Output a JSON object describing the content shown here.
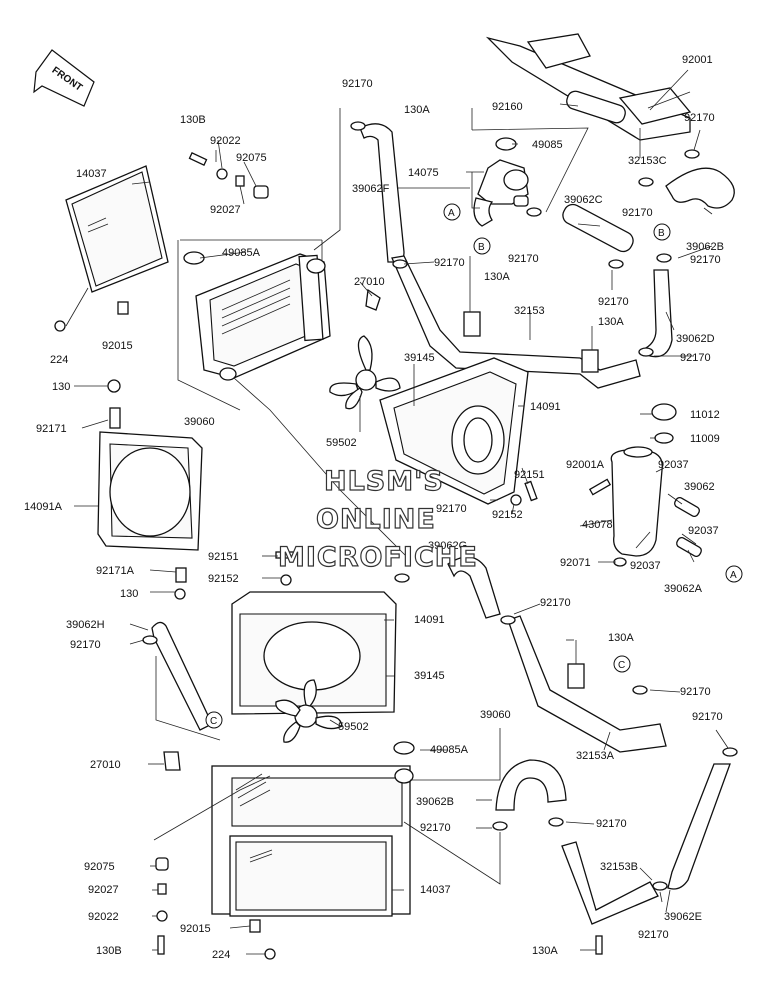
{
  "front_arrow": {
    "text": "FRONT"
  },
  "labels": {
    "l92001": "92001",
    "l92170a": "92170",
    "l92170b": "92170",
    "l92160": "92160",
    "l130A_a": "130A",
    "l49085": "49085",
    "l14075": "14075",
    "l39062F": "39062F",
    "l32153C": "32153C",
    "l130B_top": "130B",
    "l92022_top": "92022",
    "l92075_top": "92075",
    "l92027_top": "92027",
    "l14037_top": "14037",
    "l49085A_top": "49085A",
    "l39062C": "39062C",
    "l92170c": "92170",
    "l92170d": "92170",
    "l39062B_top": "39062B",
    "l92170e": "92170",
    "l92170f": "92170",
    "l27010_top": "27010",
    "l130A_b": "130A",
    "l32153": "32153",
    "l92170g": "92170",
    "l130A_c": "130A",
    "l39062D": "39062D",
    "l92170h": "92170",
    "l224_top": "224",
    "l92015_top": "92015",
    "l130_top": "130",
    "l39145_top": "39145",
    "l14091_top": "14091",
    "l11012": "11012",
    "l11009": "11009",
    "l92171": "92171",
    "l39060_top": "39060",
    "l59502_top": "59502",
    "l92151_a": "92151",
    "l92001A": "92001A",
    "l92037_a": "92037",
    "l39062": "39062",
    "l14091A": "14091A",
    "l43078": "43078",
    "l92152_a": "92152",
    "l92170i": "92170",
    "l92037_b": "92037",
    "l39062G": "39062G",
    "l92071": "92071",
    "l92037_c": "92037",
    "l39062A": "39062A",
    "l92151_b": "92151",
    "l92152_b": "92152",
    "l92171A": "92171A",
    "l130_bot": "130",
    "l92170j": "92170",
    "l14091_bot": "14091",
    "l39062H": "39062H",
    "l92170k": "92170",
    "l130A_d": "130A",
    "l39145_bot": "39145",
    "l92170l": "92170",
    "l32153A": "32153A",
    "l59502_bot": "59502",
    "l92170m": "92170",
    "l39060_bot": "39060",
    "l49085A_bot": "49085A",
    "l27010_bot": "27010",
    "l39062B_bot": "39062B",
    "l92170n": "92170",
    "l92170o": "92170",
    "l92075_bot": "92075",
    "l32153B": "32153B",
    "l92027_bot": "92027",
    "l14037_bot": "14037",
    "l92022_bot": "92022",
    "l39062E": "39062E",
    "l92015_bot": "92015",
    "l92170p": "92170",
    "l130B_bot": "130B",
    "l224_bot": "224",
    "l130A_e": "130A"
  },
  "callouts": {
    "A": "A",
    "B": "B",
    "C": "C"
  },
  "watermark": {
    "line1": "HLSM'S",
    "line2": "ONLINE",
    "line3": "MICROFICHE"
  }
}
